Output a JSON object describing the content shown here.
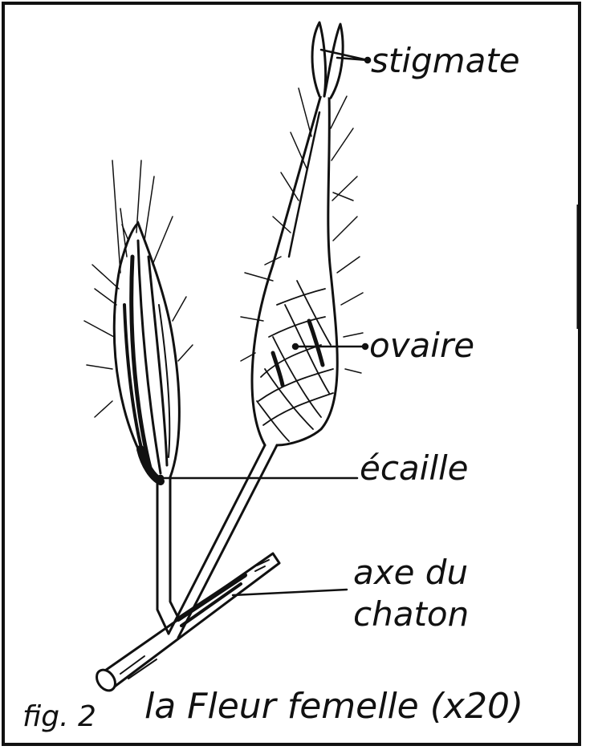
{
  "labels": {
    "stigmate": "stigmate",
    "ovaire": "ovaire",
    "ecaille": "écaille",
    "axe_line1": "axe du",
    "axe_line2": "chaton"
  },
  "caption": {
    "fig": "fig. 2",
    "title": "la Fleur femelle (x20)"
  },
  "colors": {
    "ink": "#111111",
    "paper": "#ffffff"
  }
}
